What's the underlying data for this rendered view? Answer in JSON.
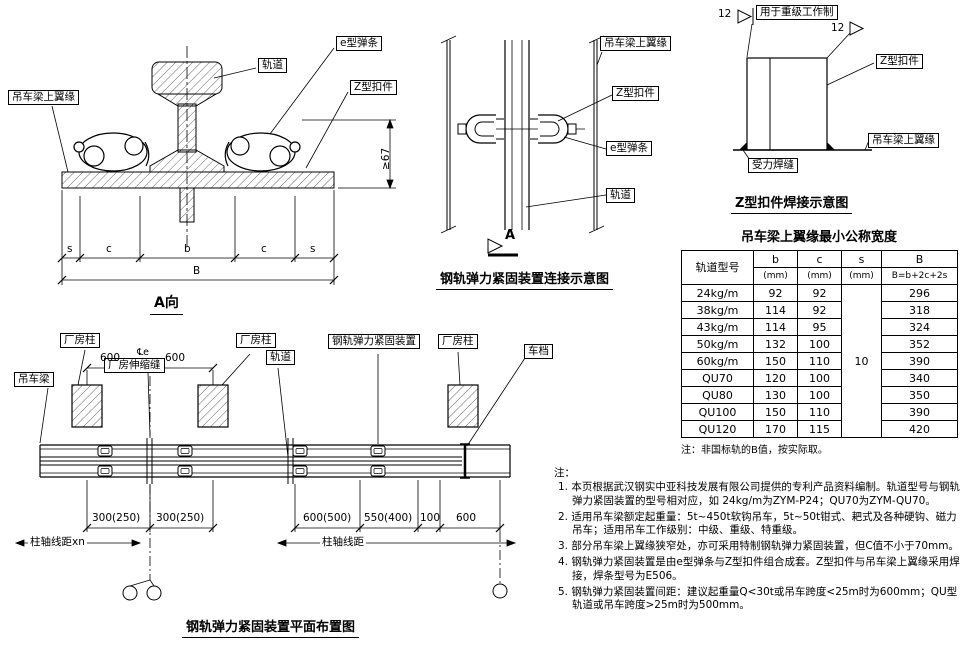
{
  "view_a": {
    "title": "A向",
    "labels": {
      "rail": "轨道",
      "e_clip": "e型弹条",
      "z_clip": "Z型扣件",
      "flange": "吊车梁上翼缘"
    },
    "dims": {
      "height": "≥67",
      "s": "s",
      "c": "c",
      "b": "b",
      "B": "B"
    }
  },
  "view_conn": {
    "title": "钢轨弹力紧固装置连接示意图",
    "section_mark": "A",
    "labels": {
      "flange": "吊车梁上翼缘",
      "z_clip": "Z型扣件",
      "e_clip": "e型弹条",
      "rail": "轨道"
    }
  },
  "view_weld": {
    "title": "Z型扣件焊接示意图",
    "weld_size": "12",
    "flag_note": "用于重级工作制",
    "labels": {
      "z_clip": "Z型扣件",
      "flange": "吊车梁上翼缘",
      "weld": "受力焊缝"
    }
  },
  "table": {
    "title": "吊车梁上翼缘最小公称宽度",
    "h": {
      "model": "轨道型号",
      "b": "b",
      "c": "c",
      "s": "s",
      "B": "B",
      "mm": "(mm)",
      "formula": "B=b+2c+2s"
    },
    "s_value": "10",
    "rows": [
      {
        "model": "24kg/m",
        "b": "92",
        "c": "92",
        "B": "296"
      },
      {
        "model": "38kg/m",
        "b": "114",
        "c": "92",
        "B": "318"
      },
      {
        "model": "43kg/m",
        "b": "114",
        "c": "95",
        "B": "324"
      },
      {
        "model": "50kg/m",
        "b": "132",
        "c": "100",
        "B": "352"
      },
      {
        "model": "60kg/m",
        "b": "150",
        "c": "110",
        "B": "390"
      },
      {
        "model": "QU70",
        "b": "120",
        "c": "100",
        "B": "340"
      },
      {
        "model": "QU80",
        "b": "130",
        "c": "100",
        "B": "350"
      },
      {
        "model": "QU100",
        "b": "150",
        "c": "110",
        "B": "390"
      },
      {
        "model": "QU120",
        "b": "170",
        "c": "115",
        "B": "420"
      }
    ],
    "footnote": "注：非国标轨的B值，按实际取。"
  },
  "plan": {
    "title": "钢轨弹力紧固装置平面布置图",
    "labels": {
      "beam": "吊车梁",
      "column": "厂房柱",
      "joint": "厂房伸缩缝",
      "rail": "轨道",
      "device": "钢轨弹力紧固装置",
      "stop": "车档"
    },
    "dims": {
      "top_a": "600",
      "top_b": "600",
      "centerline": "℄e",
      "bot_a": "300(250)",
      "bot_b": "300(250)",
      "bot_c": "600(500)",
      "bot_d": "550(400)",
      "bot_e": "100",
      "bot_f": "600"
    },
    "axis_left": "柱轴线距xn",
    "axis_right": "柱轴线距"
  },
  "notes": {
    "heading": "注：",
    "items": [
      "1. 本页根据武汉钢实中亚科技发展有限公司提供的专利产品资料编制。轨道型号与钢轨弹力紧固装置的型号相对应，如 24kg/m为ZYM-P24；QU70为ZYM-QU70。",
      "2. 适用吊车梁额定起重量：5t~450t软钩吊车，5t~50t钳式、耙式及各种硬钩、磁力吊车；适用吊车工作级别：中级、重级、特重级。",
      "3. 部分吊车梁上翼缘狭窄处，亦可采用特制钢轨弹力紧固装置，但C值不小于70mm。",
      "4. 钢轨弹力紧固装置是由e型弹条与Z型扣件组合成套。Z型扣件与吊车梁上翼缘采用焊接，焊条型号为E506。",
      "5. 钢轨弹力紧固装置间距：建议起重量Q<30t或吊车跨度<25m时为600mm；QU型轨道或吊车跨度>25m时为500mm。"
    ]
  }
}
